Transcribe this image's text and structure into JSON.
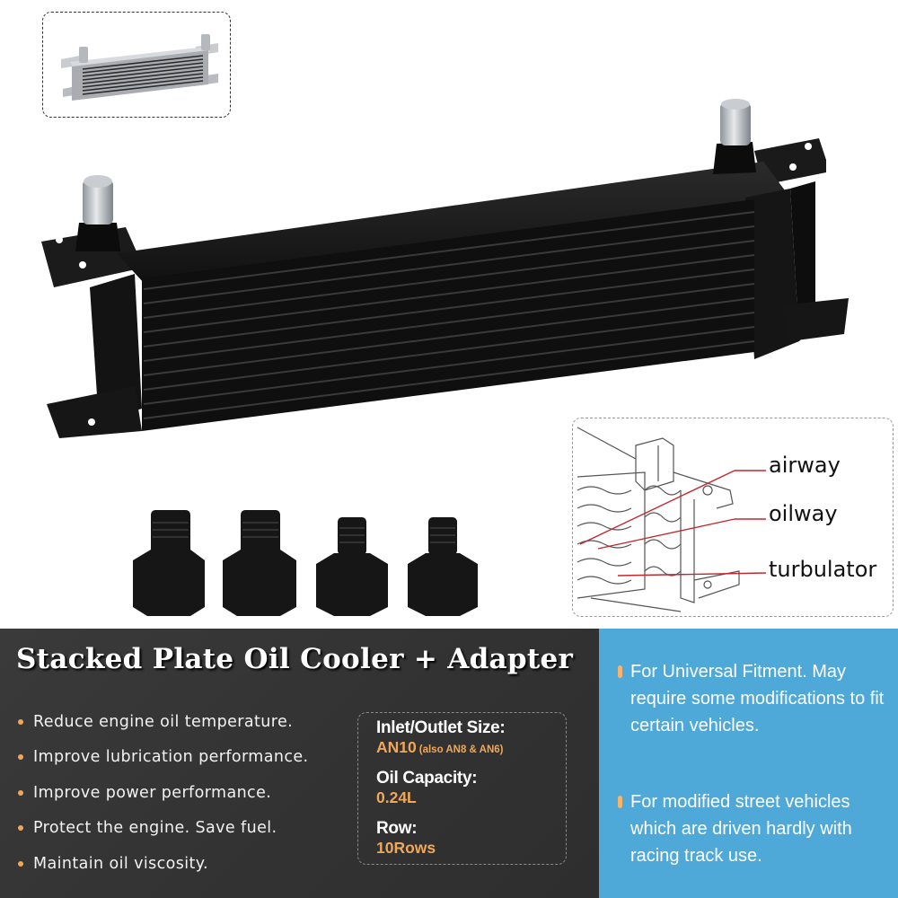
{
  "product": {
    "title": "Stacked Plate Oil Cooler + Adapter",
    "colors": {
      "dark_panel": "#333333",
      "blue_panel": "#4ea8d8",
      "accent_orange": "#f0a858",
      "text_white": "#ffffff"
    }
  },
  "images": {
    "thumbnail": "silver-oil-cooler-thumbnail",
    "main": "black-10-row-oil-cooler",
    "adapters": [
      "an10-adapter",
      "an10-adapter",
      "an8-adapter",
      "an6-adapter"
    ]
  },
  "diagram": {
    "labels": [
      "airway",
      "oilway",
      "turbulator"
    ],
    "line_color": "#c0282e"
  },
  "features": [
    "Reduce engine oil temperature.",
    "Improve lubrication performance.",
    "Improve power performance.",
    "Protect the engine. Save fuel.",
    "Maintain oil viscosity."
  ],
  "specs": {
    "inlet_label": "Inlet/Outlet Size:",
    "inlet_value": "AN10",
    "inlet_note": "(also AN8 & AN6)",
    "capacity_label": "Oil Capacity:",
    "capacity_value": "0.24L",
    "row_label": "Row:",
    "row_value": "10Rows"
  },
  "notes": [
    "For Universal Fitment. May require some modifications to fit certain vehicles.",
    "For modified street vehicles which are driven hardly with racing track use."
  ]
}
